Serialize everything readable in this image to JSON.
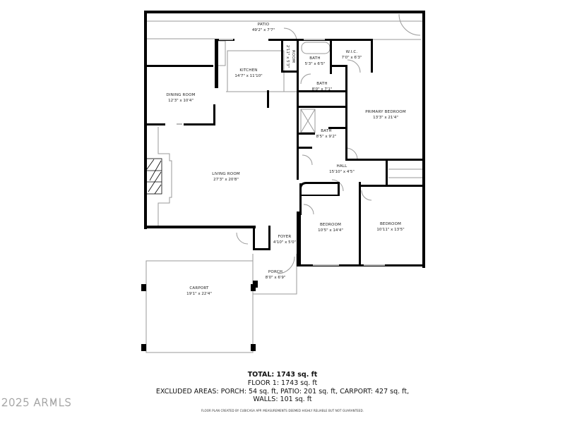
{
  "floorplan": {
    "rooms": [
      {
        "id": "patio",
        "name": "PATIO",
        "dims": "49'2\" x 7'7\""
      },
      {
        "id": "kitchen",
        "name": "KITCHEN",
        "dims": "14'7\" x 11'10\""
      },
      {
        "id": "room",
        "name": "ROOM",
        "dims": "2'11\" x 5'3\""
      },
      {
        "id": "bath1",
        "name": "BATH",
        "dims": "5'3\" x 6'5\""
      },
      {
        "id": "wic",
        "name": "W.I.C.",
        "dims": "7'0\" x 6'3\""
      },
      {
        "id": "bath2",
        "name": "BATH",
        "dims": "8'0\" x 7'1\""
      },
      {
        "id": "dining",
        "name": "DINING ROOM",
        "dims": "12'3\" x 10'4\""
      },
      {
        "id": "primary",
        "name": "PRIMARY BEDROOM",
        "dims": "13'3\" x 21'4\""
      },
      {
        "id": "bath3",
        "name": "BATH",
        "dims": "8'5\" x 9'2\""
      },
      {
        "id": "hall",
        "name": "HALL",
        "dims": "15'10\" x 4'5\""
      },
      {
        "id": "living",
        "name": "LIVING ROOM",
        "dims": "27'3\" x 20'8\""
      },
      {
        "id": "bedroom1",
        "name": "BEDROOM",
        "dims": "10'5\" x 14'4\""
      },
      {
        "id": "bedroom2",
        "name": "BEDROOM",
        "dims": "10'11\" x 13'5\""
      },
      {
        "id": "foyer",
        "name": "FOYER",
        "dims": "4'10\" x 5'0\""
      },
      {
        "id": "porch",
        "name": "PORCH",
        "dims": "8'0\" x 6'9\""
      },
      {
        "id": "carport",
        "name": "CARPORT",
        "dims": "19'1\" x 22'4\""
      }
    ]
  },
  "summary": {
    "total": "TOTAL: 1743 sq. ft",
    "floor1": "FLOOR 1: 1743 sq. ft",
    "excluded": "EXCLUDED AREAS: PORCH: 54 sq. ft, PATIO: 201 sq. ft, CARPORT: 427 sq. ft,",
    "walls": "WALLS: 101 sq. ft",
    "disclaimer": "FLOOR PLAN CREATED BY CUBICASA APP. MEASUREMENTS DEEMED HIGHLY RELIABLE BUT NOT GUARANTEED."
  },
  "watermark": "2025 ARMLS",
  "colors": {
    "wall": "#000000",
    "thin_line": "#9a9a9a",
    "text": "#222222",
    "background": "#ffffff"
  }
}
